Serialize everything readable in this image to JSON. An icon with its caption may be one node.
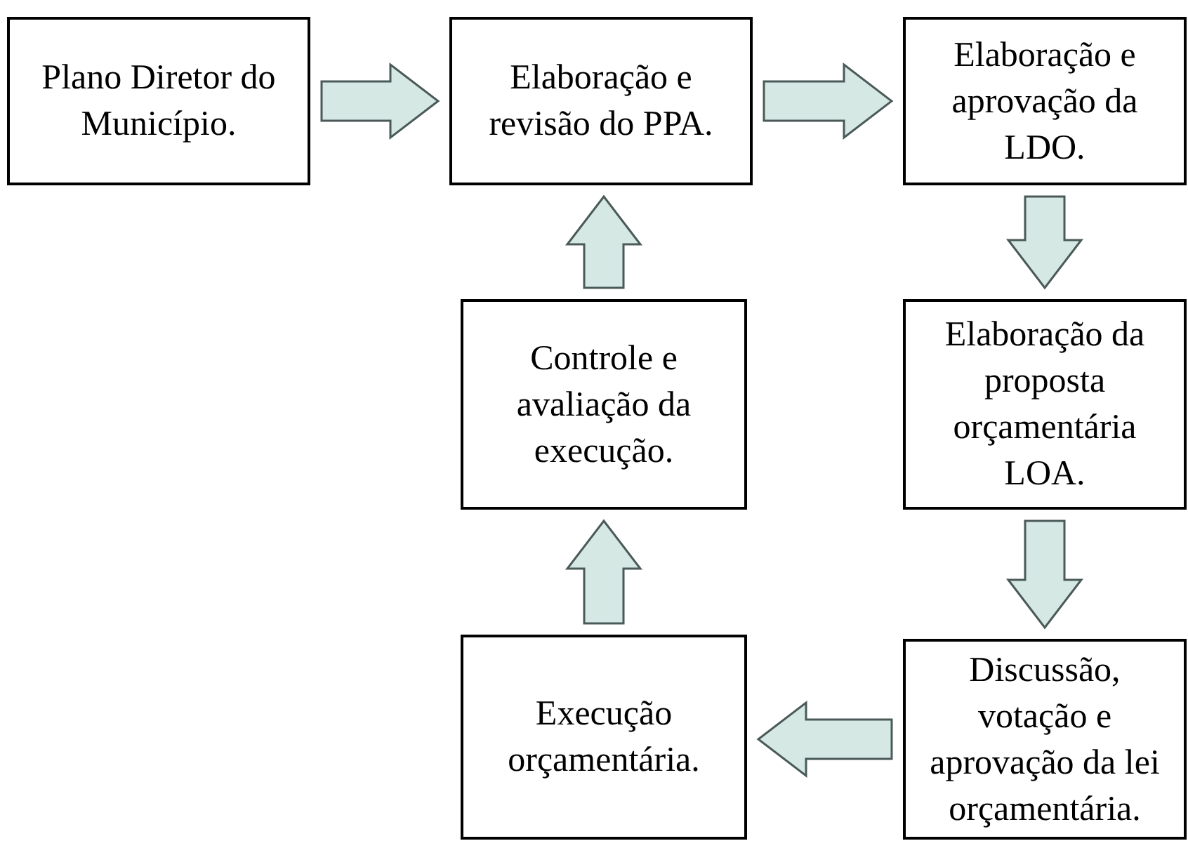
{
  "diagram": {
    "nodes": [
      {
        "text": [
          "Plano Diretor do Município."
        ]
      },
      {
        "text": [
          "Elaboração e revisão do PPA."
        ]
      },
      {
        "text": [
          "Elaboração e aprovação da LDO."
        ]
      },
      {
        "text": [
          "Elaboração da proposta orçamentária LOA."
        ]
      },
      {
        "text": [
          "Discussão, votação e aprovação da lei orçamentária."
        ]
      },
      {
        "text": [
          "Execução orçamentária."
        ]
      },
      {
        "text": [
          "Controle e avaliação da execução."
        ]
      }
    ],
    "edges": [
      {
        "from": 0,
        "to": 1,
        "arrow": "to"
      },
      {
        "from": 1,
        "to": 2,
        "arrow": "to"
      },
      {
        "from": 2,
        "to": 3,
        "arrow": "to"
      },
      {
        "from": 3,
        "to": 4,
        "arrow": "to"
      },
      {
        "from": 4,
        "to": 5,
        "arrow": "to"
      },
      {
        "from": 5,
        "to": 6,
        "arrow": "to"
      },
      {
        "from": 6,
        "to": 1,
        "arrow": "to"
      }
    ]
  }
}
